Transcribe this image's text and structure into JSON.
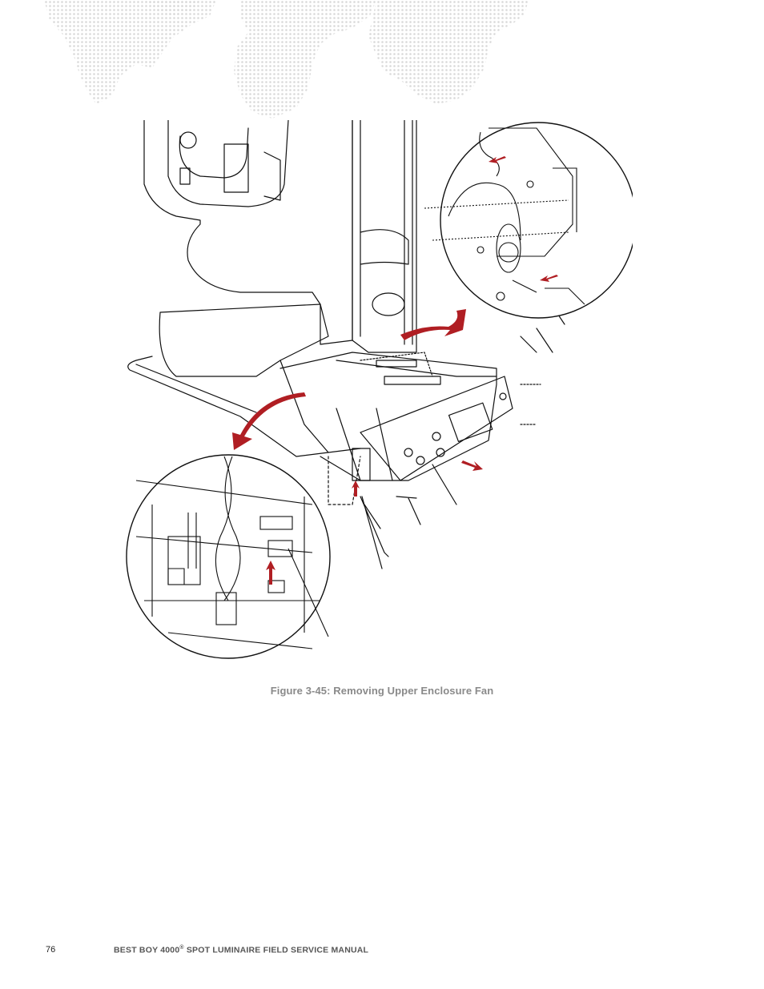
{
  "figure": {
    "caption": "Figure 3-45:  Removing Upper Enclosure Fan"
  },
  "footer": {
    "page_number": "76",
    "manual_prefix": "BEST BOY 4000",
    "registered_mark": "®",
    "manual_suffix": " SPOT LUMINAIRE FIELD SERVICE MANUAL"
  },
  "colors": {
    "arrow_red": "#b01e23",
    "line": "#111111",
    "map_dots": "#d9d9d9",
    "caption": "#8a8a8a"
  },
  "icons": [
    "world-map-dots",
    "removal-arrow",
    "magnifier-circle"
  ]
}
